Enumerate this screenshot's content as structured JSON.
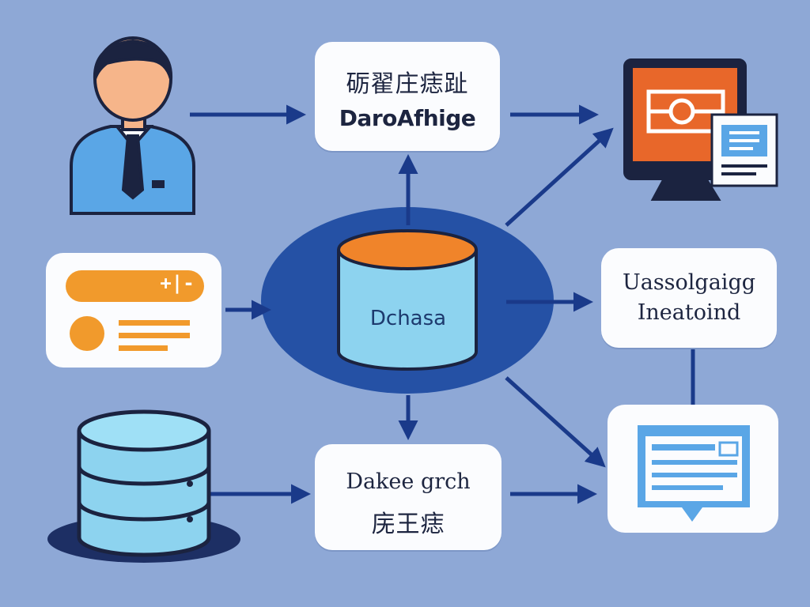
{
  "colors": {
    "background": "#8ea8d6",
    "arrow": "#1a3a8a",
    "accent_orange": "#f0902a",
    "db_blue": "#8dd3ef",
    "outline": "#1b2340"
  },
  "icons": [
    "user-icon",
    "profile-card-icon",
    "server-database-icon",
    "database-cylinder-icon",
    "monitor-icon",
    "document-icon",
    "chat-window-icon"
  ],
  "nodes": {
    "top_card": {
      "line1": "砺翟庄痣趾",
      "line2": "DaroAfhige"
    },
    "center": {
      "label": "Dchasa"
    },
    "profile_card": {
      "pill": "+|-"
    },
    "right_card": {
      "line1": "Uassolgaigg",
      "line2": "Ineatoind"
    },
    "bottom_card": {
      "line1": "Dakee grch",
      "line2": "庑王痣"
    }
  }
}
